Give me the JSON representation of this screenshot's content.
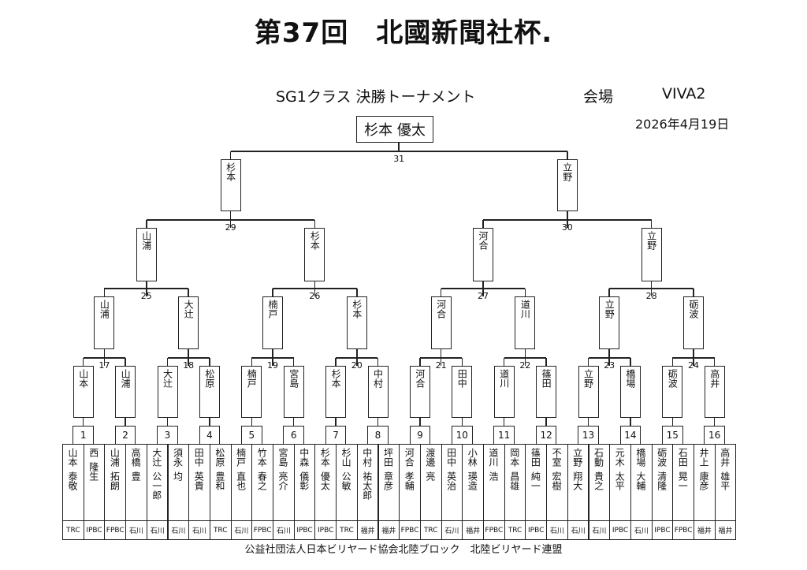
{
  "header": {
    "title": "第37回　北國新聞社杯.",
    "subtitle": "SG1クラス 決勝トーナメント",
    "venue_label": "会場",
    "venue": "VIVA2",
    "date": "2026年4月19日"
  },
  "players": [
    {
      "surname": "山本",
      "given": "泰敬",
      "club": "TRC"
    },
    {
      "surname": "西",
      "given": "隆生",
      "club": "IPBC"
    },
    {
      "surname": "山浦",
      "given": "拓朗",
      "club": "FPBC"
    },
    {
      "surname": "高橋",
      "given": "豊",
      "club": "石川"
    },
    {
      "surname": "大辻",
      "given": "公一郎",
      "club": "石川"
    },
    {
      "surname": "須永",
      "given": "均",
      "club": "石川"
    },
    {
      "surname": "田中",
      "given": "英貴",
      "club": "石川"
    },
    {
      "surname": "松原",
      "given": "豊和",
      "club": "TRC"
    },
    {
      "surname": "楠戸",
      "given": "直也",
      "club": "石川"
    },
    {
      "surname": "竹本",
      "given": "春之",
      "club": "FPBC"
    },
    {
      "surname": "宮島",
      "given": "亮介",
      "club": "石川"
    },
    {
      "surname": "中森",
      "given": "儀彰",
      "club": "IPBC"
    },
    {
      "surname": "杉本",
      "given": "優太",
      "club": "IPBC"
    },
    {
      "surname": "杉山",
      "given": "公敏",
      "club": "TRC"
    },
    {
      "surname": "中村",
      "given": "祐太郎",
      "club": "福井"
    },
    {
      "surname": "坪田",
      "given": "章彦",
      "club": "福井"
    },
    {
      "surname": "河合",
      "given": "孝輔",
      "club": "FPBC"
    },
    {
      "surname": "渡邊",
      "given": "亮",
      "club": "TRC"
    },
    {
      "surname": "田中",
      "given": "英治",
      "club": "石川"
    },
    {
      "surname": "小林",
      "given": "瑛造",
      "club": "福井"
    },
    {
      "surname": "道川",
      "given": "浩",
      "club": "FPBC"
    },
    {
      "surname": "岡本",
      "given": "昌雄",
      "club": "TRC"
    },
    {
      "surname": "篠田",
      "given": "純一",
      "club": "IPBC"
    },
    {
      "surname": "不室",
      "given": "宏樹",
      "club": "石川"
    },
    {
      "surname": "立野",
      "given": "翔大",
      "club": "石川"
    },
    {
      "surname": "石動",
      "given": "貴之",
      "club": "石川"
    },
    {
      "surname": "元木",
      "given": "太平",
      "club": "IPBC"
    },
    {
      "surname": "橋場",
      "given": "大輔",
      "club": "石川"
    },
    {
      "surname": "砺波",
      "given": "清隆",
      "club": "IPBC"
    },
    {
      "surname": "石田",
      "given": "晃一",
      "club": "FPBC"
    },
    {
      "surname": "井上",
      "given": "康彦",
      "club": "福井"
    },
    {
      "surname": "高井",
      "given": "雄平",
      "club": "福井"
    }
  ],
  "rounds": [
    {
      "matches": [
        "1",
        "2",
        "3",
        "4",
        "5",
        "6",
        "7",
        "8",
        "9",
        "10",
        "11",
        "12",
        "13",
        "14",
        "15",
        "16"
      ],
      "winners": [
        "山本",
        "山浦",
        "大辻",
        "松原",
        "楠戸",
        "宮島",
        "杉本",
        "中村",
        "河合",
        "田中",
        "道川",
        "篠田",
        "立野",
        "橋場",
        "砺波",
        "高井"
      ]
    },
    {
      "matches": [
        "17",
        "18",
        "19",
        "20",
        "21",
        "22",
        "23",
        "24"
      ],
      "winners": [
        "山浦",
        "大辻",
        "楠戸",
        "杉本",
        "河合",
        "道川",
        "立野",
        "砺波"
      ]
    },
    {
      "matches": [
        "25",
        "26",
        "27",
        "28"
      ],
      "winners": [
        "山浦",
        "杉本",
        "河合",
        "立野"
      ]
    },
    {
      "matches": [
        "29",
        "30"
      ],
      "winners": [
        "杉本",
        "立野"
      ]
    },
    {
      "matches": [
        "31"
      ],
      "winners": []
    }
  ],
  "champion": "杉本 優太",
  "footer": "公益社団法人日本ビリヤード協会北陸ブロック　北陸ビリヤード連盟"
}
